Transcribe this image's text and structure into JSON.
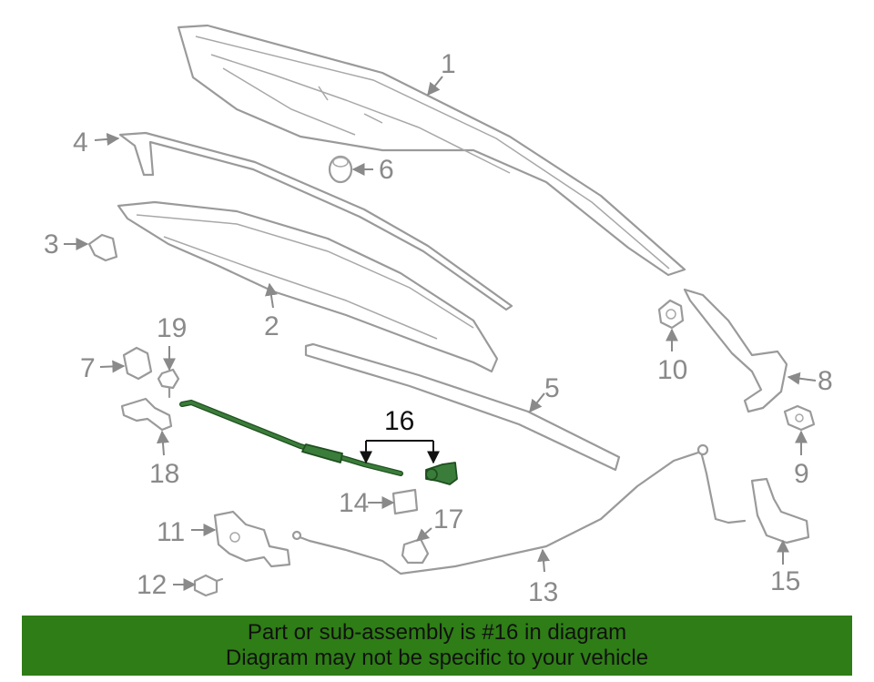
{
  "callouts": {
    "c1": "1",
    "c2": "2",
    "c3": "3",
    "c4": "4",
    "c5": "5",
    "c6": "6",
    "c7": "7",
    "c8": "8",
    "c9": "9",
    "c10": "10",
    "c11": "11",
    "c12": "12",
    "c13": "13",
    "c14": "14",
    "c15": "15",
    "c16": "16",
    "c17": "17",
    "c18": "18",
    "c19": "19"
  },
  "banner": {
    "line1": "Part or sub-assembly is #16 in diagram",
    "line2": "Diagram may not be specific to your vehicle",
    "color": "#2e7d16"
  },
  "colors": {
    "highlight": "#3a7d3a",
    "parts": "#9a9a9a"
  }
}
